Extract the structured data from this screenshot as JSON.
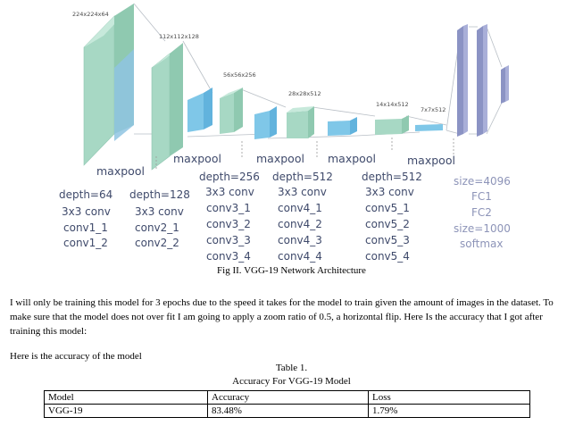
{
  "figure": {
    "dims": [
      "224x224x64",
      "112x112x128",
      "56x56x256",
      "28x28x512",
      "14x14x512",
      "7x7x512"
    ],
    "pool_labels": [
      "maxpool",
      "maxpool",
      "maxpool",
      "maxpool",
      "maxpool"
    ],
    "block1": [
      "depth=64",
      "3x3 conv",
      "conv1_1",
      "conv1_2"
    ],
    "block2": [
      "depth=128",
      "3x3 conv",
      "conv2_1",
      "conv2_2"
    ],
    "block3": [
      "depth=256",
      "3x3 conv",
      "conv3_1",
      "conv3_2",
      "conv3_3",
      "conv3_4"
    ],
    "block4": [
      "depth=512",
      "3x3 conv",
      "conv4_1",
      "conv4_2",
      "conv4_3",
      "conv4_4"
    ],
    "block5": [
      "depth=512",
      "3x3 conv",
      "conv5_1",
      "conv5_2",
      "conv5_3",
      "conv5_4"
    ],
    "fc": [
      "size=4096",
      "FC1",
      "FC2",
      "size=1000",
      "softmax"
    ],
    "caption": "Fig II. VGG-19 Network Architecture"
  },
  "paragraph1": "I will only be training this model for 3 epochs due to the speed it takes for the model to train given the amount of images in the dataset. To make sure that the model does not over fit I am going to apply a zoom ratio of 0.5, a horizontal flip. Here Is the accuracy that I got after training this model:",
  "paragraph2": "Here is the accuracy of the model",
  "table": {
    "number": "Table 1.",
    "title": "Accuracy For VGG-19 Model",
    "header": [
      "Model",
      "Accuracy",
      "Loss"
    ],
    "row": [
      "VGG-19",
      "83.48%",
      "1.79%"
    ]
  }
}
